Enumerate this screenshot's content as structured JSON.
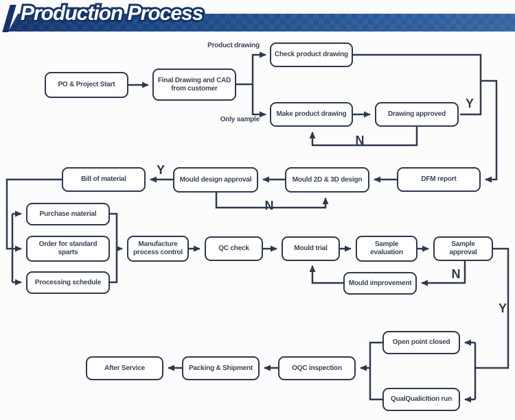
{
  "header": {
    "title": "Production Process"
  },
  "colors": {
    "banner_dark": "#14336a",
    "banner_mid": "#1d4a8c",
    "banner_light": "#35649f",
    "line": "#2e3850"
  },
  "nodes": [
    {
      "id": "po-project-start",
      "label": "PO & Project Start"
    },
    {
      "id": "final-drawing-cad",
      "label": "Final Drawing and CAD from customer"
    },
    {
      "id": "check-product-drawing",
      "label": "Check product drawing"
    },
    {
      "id": "make-product-drawing",
      "label": "Make product drawing"
    },
    {
      "id": "drawing-approved",
      "label": "Drawing approved"
    },
    {
      "id": "dfm-report",
      "label": "DFM report"
    },
    {
      "id": "mould-2d-3d-design",
      "label": "Mould 2D & 3D design"
    },
    {
      "id": "mould-design-approval",
      "label": "Mould design approval"
    },
    {
      "id": "bill-of-material",
      "label": "Bill of material"
    },
    {
      "id": "purchase-material",
      "label": "Purchase material"
    },
    {
      "id": "order-standard-sparts",
      "label": "Order for standard sparts"
    },
    {
      "id": "processing-schedule",
      "label": "Processing schedule"
    },
    {
      "id": "manufacture-process-control",
      "label": "Manufacture process control"
    },
    {
      "id": "qc-check",
      "label": "QC check"
    },
    {
      "id": "mould-trial",
      "label": "Mould trial"
    },
    {
      "id": "sample-evaluation",
      "label": "Sample evaluation"
    },
    {
      "id": "sample-approval",
      "label": "Sample approval"
    },
    {
      "id": "mould-improvement",
      "label": "Mould improvement"
    },
    {
      "id": "open-point-closed",
      "label": "Open point closed"
    },
    {
      "id": "qualification-run",
      "label": "QualQualicItion run"
    },
    {
      "id": "oqc-inspection",
      "label": "OQC inspection"
    },
    {
      "id": "packing-shipment",
      "label": "Packing & Shipment"
    },
    {
      "id": "after-service",
      "label": "After Service"
    }
  ],
  "edge_labels": {
    "product_drawing": "Product drawing",
    "only_sample": "Only sample",
    "drawing_approved_yes": "Y",
    "drawing_approved_no": "N",
    "design_approved_yes": "Y",
    "design_approved_no": "N",
    "sample_approved_no": "N",
    "sample_approved_yes": "Y"
  }
}
